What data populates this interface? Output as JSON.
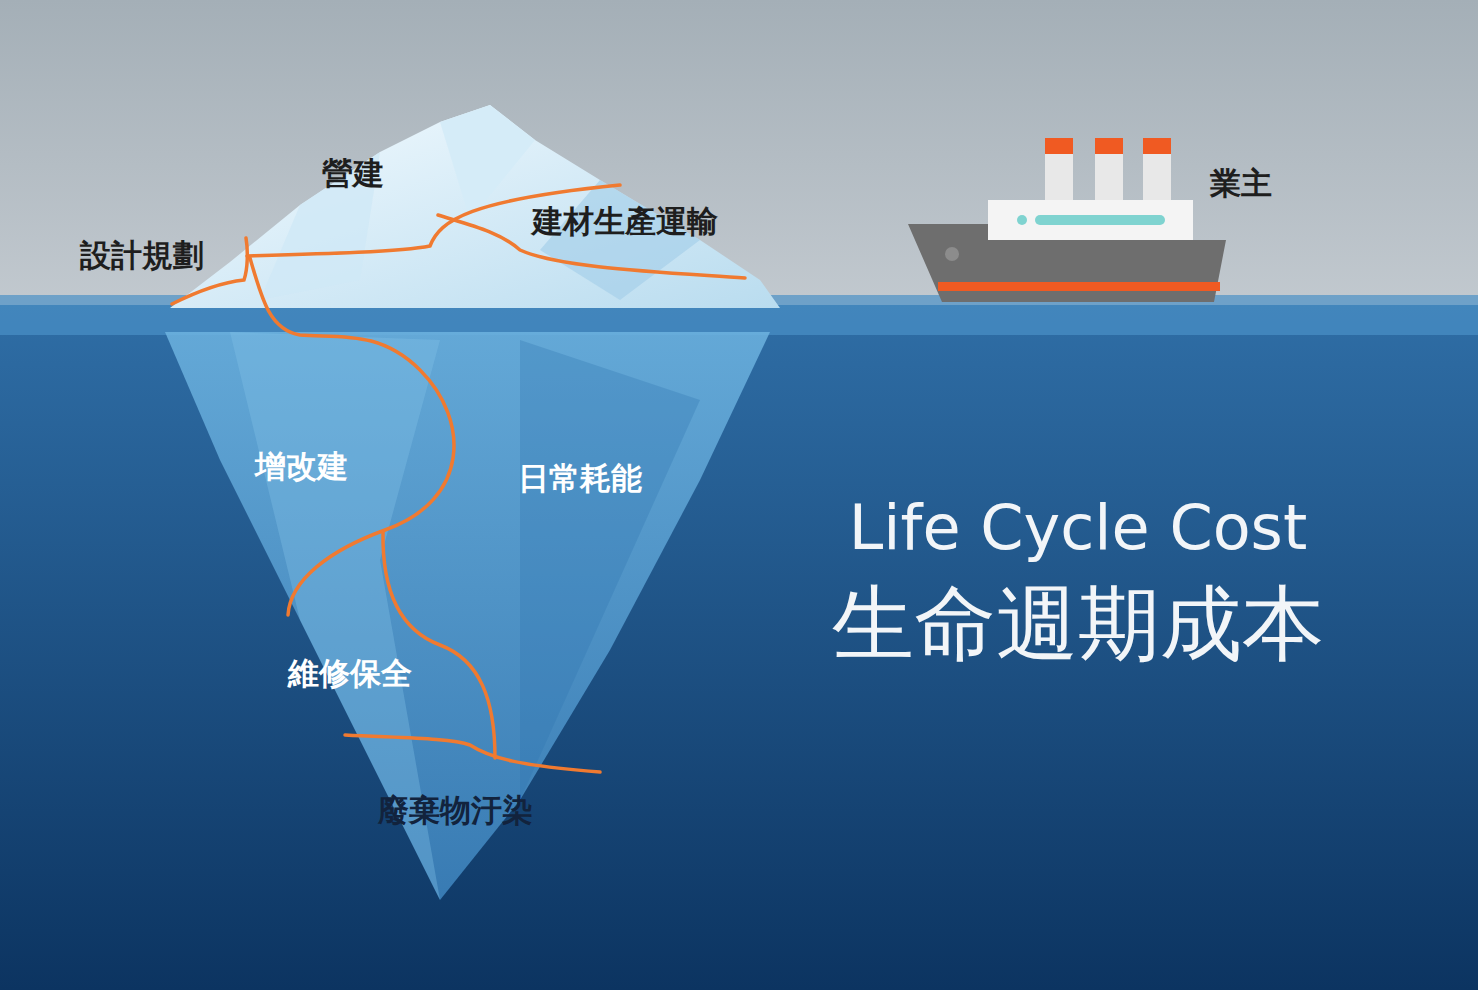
{
  "diagram": {
    "title": "Life Cycle Cost 生命週期成本",
    "labels": [
      "營建",
      "設計規劃",
      "建材生產運輸",
      "業主",
      "增改建",
      "日常耗能",
      "維修保全",
      "廢棄物汙染"
    ]
  }
}
